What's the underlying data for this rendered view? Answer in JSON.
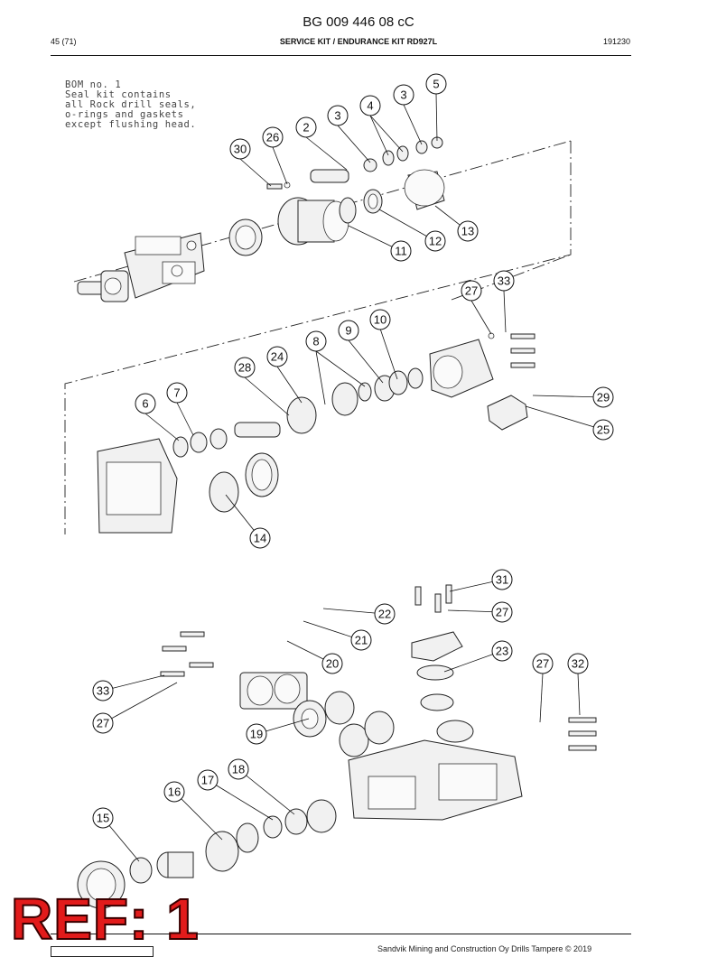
{
  "header": {
    "doc_number": "BG 009 446 08 cC",
    "page": "45 (71)",
    "section_title": "SERVICE KIT / ENDURANCE KIT RD927L",
    "date_code": "191230"
  },
  "note": {
    "text": "BOM no. 1\nSeal kit contains\nall Rock drill seals,\no-rings and gaskets\nexcept flushing head."
  },
  "callouts": [
    "5",
    "3",
    "4",
    "3",
    "2",
    "26",
    "30",
    "13",
    "12",
    "11",
    "33",
    "27",
    "10",
    "9",
    "8",
    "24",
    "28",
    "7",
    "6",
    "29",
    "25",
    "14",
    "31",
    "22",
    "27",
    "21",
    "20",
    "23",
    "27",
    "32",
    "33",
    "27",
    "19",
    "18",
    "17",
    "16",
    "15"
  ],
  "stamp": {
    "text": "REF: 1"
  },
  "footer": {
    "text": "Sandvik Mining and Construction Oy Drills Tampere © 2019"
  }
}
